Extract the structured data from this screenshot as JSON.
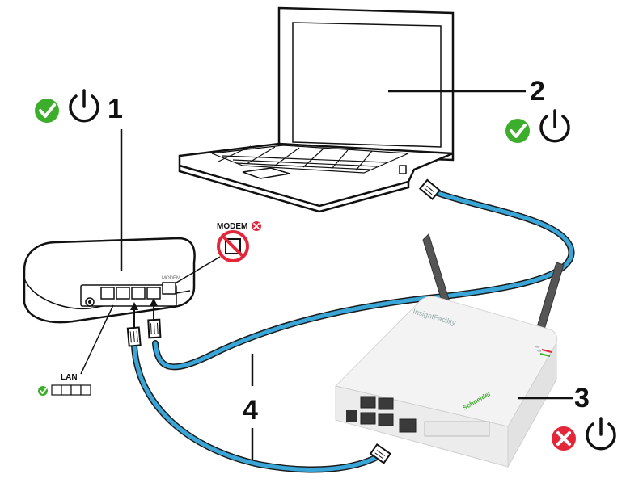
{
  "callouts": {
    "router": "1",
    "laptop": "2",
    "gateway": "3",
    "cable": "4"
  },
  "labels": {
    "modem": "MODEM",
    "lan": "LAN",
    "brand": "InsightFacility",
    "manufacturer": "Schneider",
    "router_port_modem": "MODEM"
  },
  "status": {
    "router": "on-ok",
    "laptop": "on-ok",
    "gateway": "off-error"
  },
  "icons": {
    "check": "check-circle-icon",
    "error": "x-circle-icon",
    "power": "power-icon"
  },
  "colors": {
    "cable": "#3aa6d8",
    "ok": "#3dae2b",
    "error": "#e3263a"
  }
}
